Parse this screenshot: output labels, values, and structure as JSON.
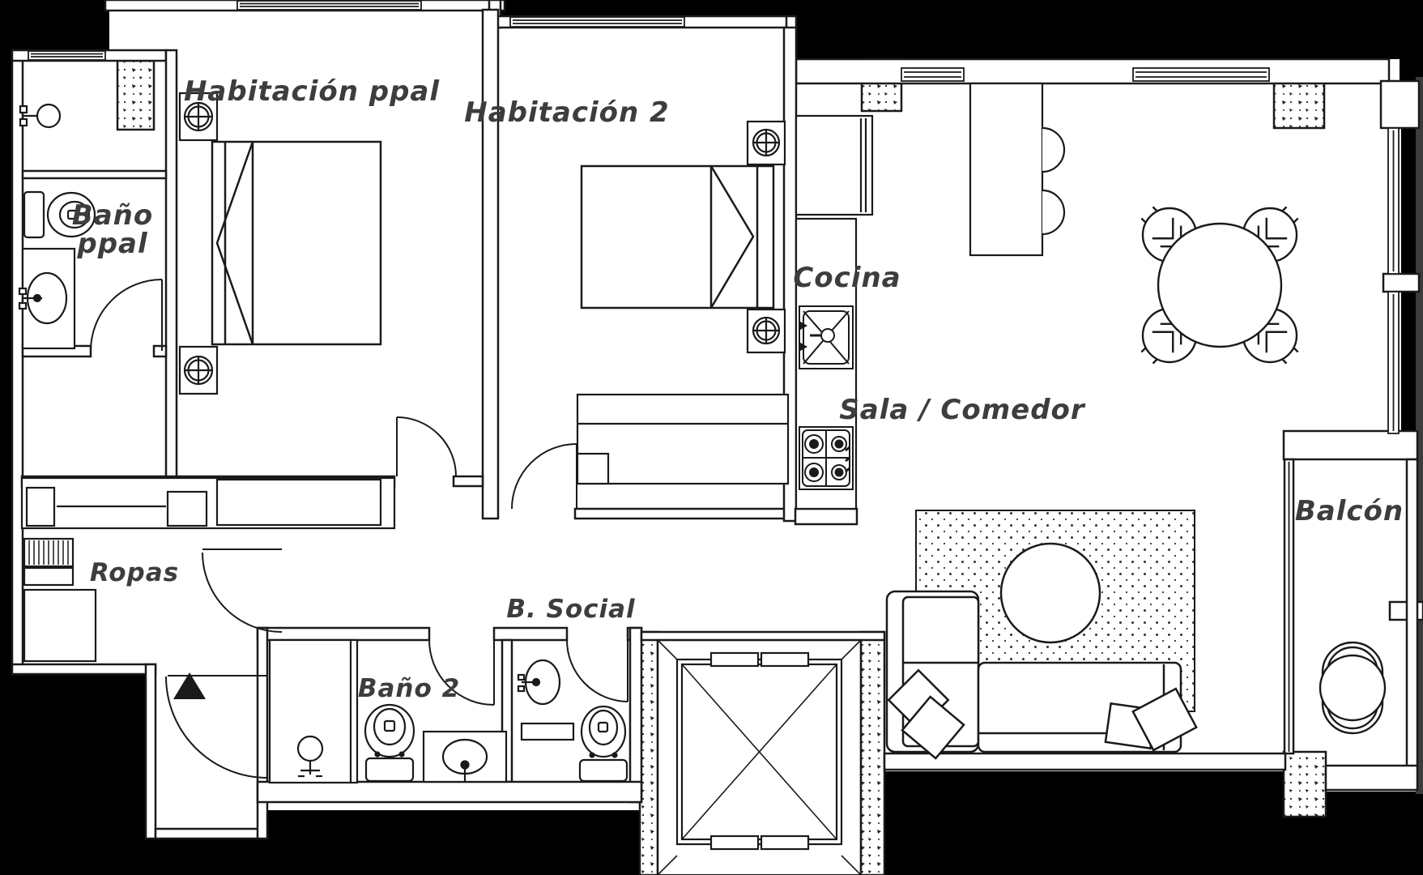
{
  "plan_type": "apartment-floor-plan",
  "colors": {
    "background": "#000000",
    "floor": "#ffffff",
    "line": "#1a1a1a",
    "label": "#3d3d3d",
    "shadow": "#3c3c3c"
  },
  "labels": {
    "habitacion_ppal": "Habitación ppal",
    "habitacion_2": "Habitación 2",
    "bano_ppal_1": "Baño",
    "bano_ppal_2": "ppal",
    "cocina": "Cocina",
    "sala_comedor": "Sala / Comedor",
    "balcon": "Balcón",
    "ropas": "Ropas",
    "b_social": "B. Social",
    "bano_2": "Baño 2"
  },
  "rooms": [
    {
      "id": "habitacion_ppal",
      "name": "Habitación ppal",
      "furniture": [
        "double-bed",
        "nightstand",
        "nightstand",
        "wardrobe"
      ]
    },
    {
      "id": "habitacion_2",
      "name": "Habitación 2",
      "furniture": [
        "double-bed",
        "nightstand",
        "nightstand",
        "closet"
      ]
    },
    {
      "id": "bano_ppal",
      "name": "Baño ppal",
      "furniture": [
        "shower",
        "toilet",
        "sink-counter"
      ]
    },
    {
      "id": "cocina",
      "name": "Cocina",
      "furniture": [
        "refrigerator",
        "counter",
        "kitchen-sink",
        "stove-4-burners",
        "island-bar",
        "bar-stool",
        "bar-stool"
      ]
    },
    {
      "id": "sala_comedor",
      "name": "Sala / Comedor",
      "furniture": [
        "round-dining-table",
        "dining-chair",
        "dining-chair",
        "dining-chair",
        "dining-chair",
        "rug",
        "round-coffee-table",
        "l-shaped-sofa",
        "pillows"
      ]
    },
    {
      "id": "balcon",
      "name": "Balcón",
      "furniture": [
        "armchair"
      ]
    },
    {
      "id": "ropas",
      "name": "Ropas",
      "furniture": [
        "washing-machine",
        "appliance-square"
      ]
    },
    {
      "id": "bano_2",
      "name": "Baño 2",
      "furniture": [
        "shower",
        "toilet",
        "sink-counter"
      ]
    },
    {
      "id": "b_social",
      "name": "B. Social",
      "furniture": [
        "wall-sink",
        "toilet"
      ]
    },
    {
      "id": "ascensor",
      "name": "",
      "furniture": [
        "elevator-shaft"
      ]
    }
  ],
  "markers": [
    "entrance-arrow-triangle",
    "door-swing-arcs",
    "windows",
    "concrete-columns"
  ]
}
